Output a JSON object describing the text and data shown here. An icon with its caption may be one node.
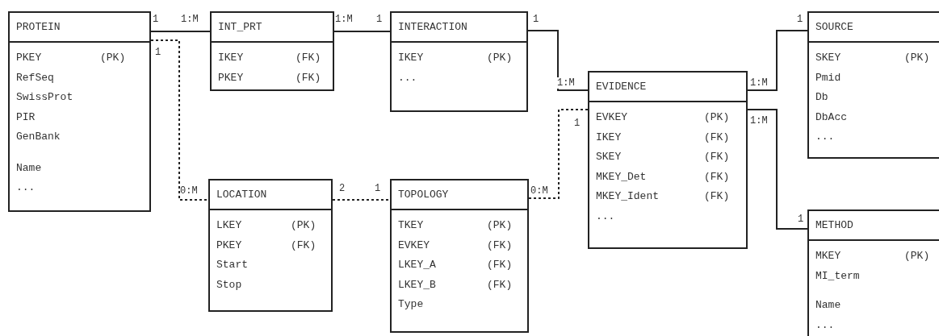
{
  "diagram": {
    "nodes": [
      {
        "text": [
          "PROTEIN",
          "PKEY",
          "(PK)",
          "RefSeq",
          "SwissProt",
          "PIR",
          "GenBank",
          "Name",
          "..."
        ]
      },
      {
        "text": [
          "INT_PRT",
          "IKEY",
          "(FK)",
          "PKEY",
          "(FK)"
        ]
      },
      {
        "text": [
          "INTERACTION",
          "IKEY",
          "(PK)",
          "..."
        ]
      },
      {
        "text": [
          "EVIDENCE",
          "EVKEY",
          "(PK)",
          "IKEY",
          "(FK)",
          "SKEY",
          "(FK)",
          "MKEY_Det",
          "(FK)",
          "MKEY_Ident",
          "(FK)",
          "..."
        ]
      },
      {
        "text": [
          "SOURCE",
          "SKEY",
          "(PK)",
          "Pmid",
          "Db",
          "DbAcc",
          "..."
        ]
      },
      {
        "text": [
          "LOCATION",
          "LKEY",
          "(PK)",
          "PKEY",
          "(FK)",
          "Start",
          "Stop"
        ]
      },
      {
        "text": [
          "TOPOLOGY",
          "TKEY",
          "(PK)",
          "EVKEY",
          "(FK)",
          "LKEY_A",
          "(FK)",
          "LKEY_B",
          "(FK)",
          "Type"
        ]
      },
      {
        "text": [
          "METHOD",
          "MKEY",
          "(PK)",
          "MI_term",
          "Name",
          "..."
        ]
      }
    ],
    "edges": [
      {
        "from": 0,
        "to": 1,
        "arrow": "none"
      },
      {
        "from": 1,
        "to": 2,
        "arrow": "none"
      },
      {
        "from": 2,
        "to": 3,
        "arrow": "none"
      },
      {
        "from": 3,
        "to": 4,
        "arrow": "none"
      },
      {
        "from": 3,
        "to": 7,
        "arrow": "none"
      },
      {
        "from": 0,
        "to": 5,
        "arrow": "none",
        "style": "dashed"
      },
      {
        "from": 5,
        "to": 6,
        "arrow": "none",
        "style": "dashed"
      },
      {
        "from": 6,
        "to": 3,
        "arrow": "none",
        "style": "dashed"
      }
    ],
    "labels": [
      "1",
      "1:M",
      "1:M",
      "1",
      "1",
      "1",
      "1",
      "1:M",
      "1:M",
      "1",
      "1:M",
      "0:M",
      "2",
      "1",
      "0:M",
      "1"
    ]
  }
}
